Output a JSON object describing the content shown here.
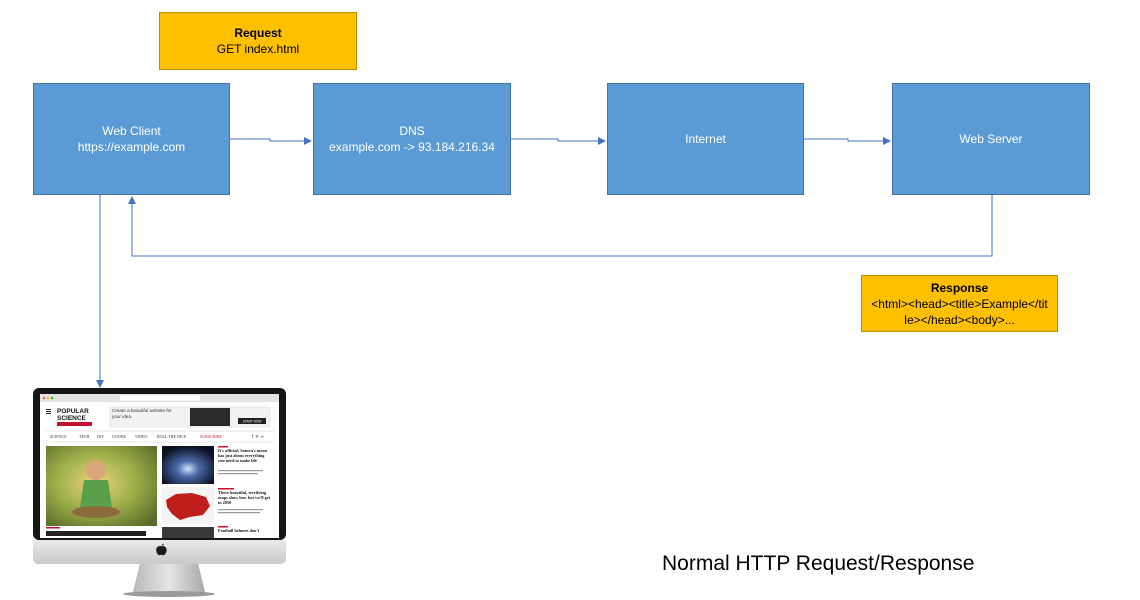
{
  "request": {
    "title": "Request",
    "detail": "GET index.html"
  },
  "nodes": {
    "client": {
      "label": "Web Client",
      "detail": "https://example.com"
    },
    "dns": {
      "label": "DNS",
      "detail": "example.com -> 93.184.216.34"
    },
    "internet": {
      "label": "Internet"
    },
    "server": {
      "label": "Web Server"
    }
  },
  "response": {
    "title": "Response",
    "detail": "<html><head><title>Example</title></head><body>..."
  },
  "caption": "Normal HTTP Request/Response",
  "screen": {
    "logo_line1": "POPULAR",
    "logo_line2": "SCIENCE",
    "ad_text": "Create a beautiful website for your idea.",
    "ad_button": "START NOW",
    "nav": [
      "SCIENCE",
      "TECH",
      "DIY",
      "GOODS",
      "VIDEO",
      "ROLL THE DICE",
      "SUBSCRIBE"
    ],
    "headline1": "It's official: Saturn's moon has just about everything you need to make life",
    "headline2": "These beautiful, terrifying maps show how hot we'll get in 2050",
    "headline3": "Football helmets don't"
  },
  "colors": {
    "node_fill": "#5b9bd5",
    "note_fill": "#ffc000",
    "arrow": "#4472c4"
  }
}
